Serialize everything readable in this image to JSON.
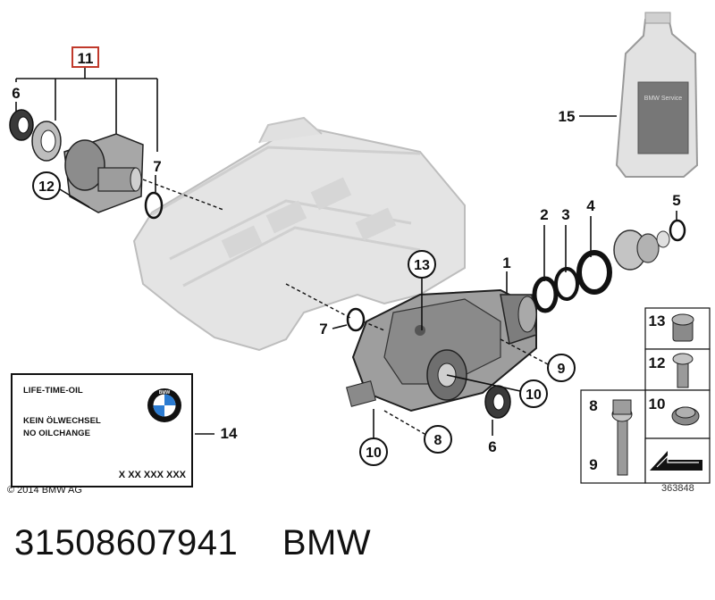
{
  "callouts": {
    "c11": "11",
    "c6a": "6",
    "c7a": "7",
    "c12": "12",
    "c15": "15",
    "c2": "2",
    "c3": "3",
    "c4": "4",
    "c5": "5",
    "c1": "1",
    "c13": "13",
    "c7b": "7",
    "c9": "9",
    "c10a": "10",
    "c6b": "6",
    "c10b": "10",
    "c8": "8",
    "c14": "14"
  },
  "legend": {
    "l13": "13",
    "l12": "12",
    "l10": "10",
    "l8": "8",
    "l9": "9"
  },
  "label_box": {
    "line1": "LIFE-TIME-OIL",
    "line2": "KEIN ÖLWECHSEL",
    "line3": "NO OILCHANGE",
    "code": "X XX XXX XXX",
    "logo_text": "BMW"
  },
  "oil_bottle_label": "BMW Service",
  "copyright": "© 2014 BMW AG",
  "ref_number": "363848",
  "footer": {
    "part_number": "31508607941",
    "brand": "BMW"
  }
}
